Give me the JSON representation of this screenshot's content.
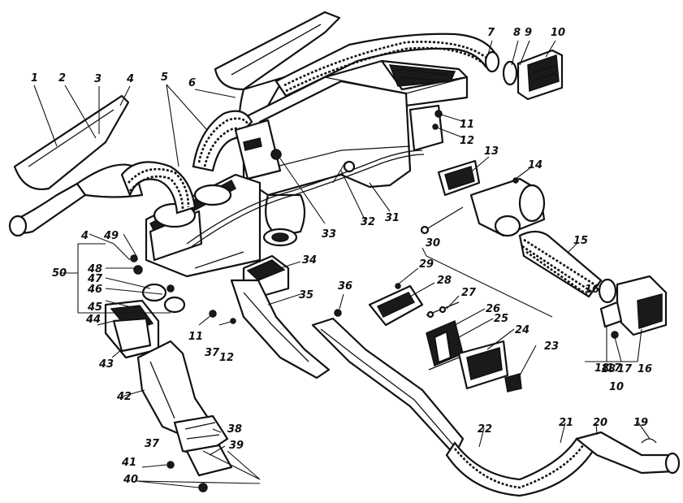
{
  "callouts": [
    {
      "label": "1"
    },
    {
      "label": "2"
    },
    {
      "label": "3"
    },
    {
      "label": "4"
    },
    {
      "label": "5"
    },
    {
      "label": "6"
    },
    {
      "label": "7"
    },
    {
      "label": "8"
    },
    {
      "label": "9"
    },
    {
      "label": "10"
    },
    {
      "label": "11"
    },
    {
      "label": "12"
    },
    {
      "label": "13"
    },
    {
      "label": "14"
    },
    {
      "label": "15"
    },
    {
      "label": "16"
    },
    {
      "label": "17"
    },
    {
      "label": "18"
    },
    {
      "label": "19"
    },
    {
      "label": "20"
    },
    {
      "label": "21"
    },
    {
      "label": "22"
    },
    {
      "label": "23"
    },
    {
      "label": "24"
    },
    {
      "label": "25"
    },
    {
      "label": "26"
    },
    {
      "label": "27"
    },
    {
      "label": "28"
    },
    {
      "label": "29"
    },
    {
      "label": "30"
    },
    {
      "label": "31"
    },
    {
      "label": "32"
    },
    {
      "label": "33"
    },
    {
      "label": "34"
    },
    {
      "label": "35"
    },
    {
      "label": "36"
    },
    {
      "label": "37"
    },
    {
      "label": "38"
    },
    {
      "label": "39"
    },
    {
      "label": "40"
    },
    {
      "label": "41"
    },
    {
      "label": "42"
    },
    {
      "label": "43"
    },
    {
      "label": "44"
    },
    {
      "label": "45"
    },
    {
      "label": "46"
    },
    {
      "label": "47"
    },
    {
      "label": "48"
    },
    {
      "label": "49"
    },
    {
      "label": "50"
    },
    {
      "label": "4"
    },
    {
      "label": "11"
    },
    {
      "label": "37"
    },
    {
      "label": "12"
    },
    {
      "label": "16"
    },
    {
      "label": "17"
    },
    {
      "label": "18"
    },
    {
      "label": "10"
    }
  ]
}
